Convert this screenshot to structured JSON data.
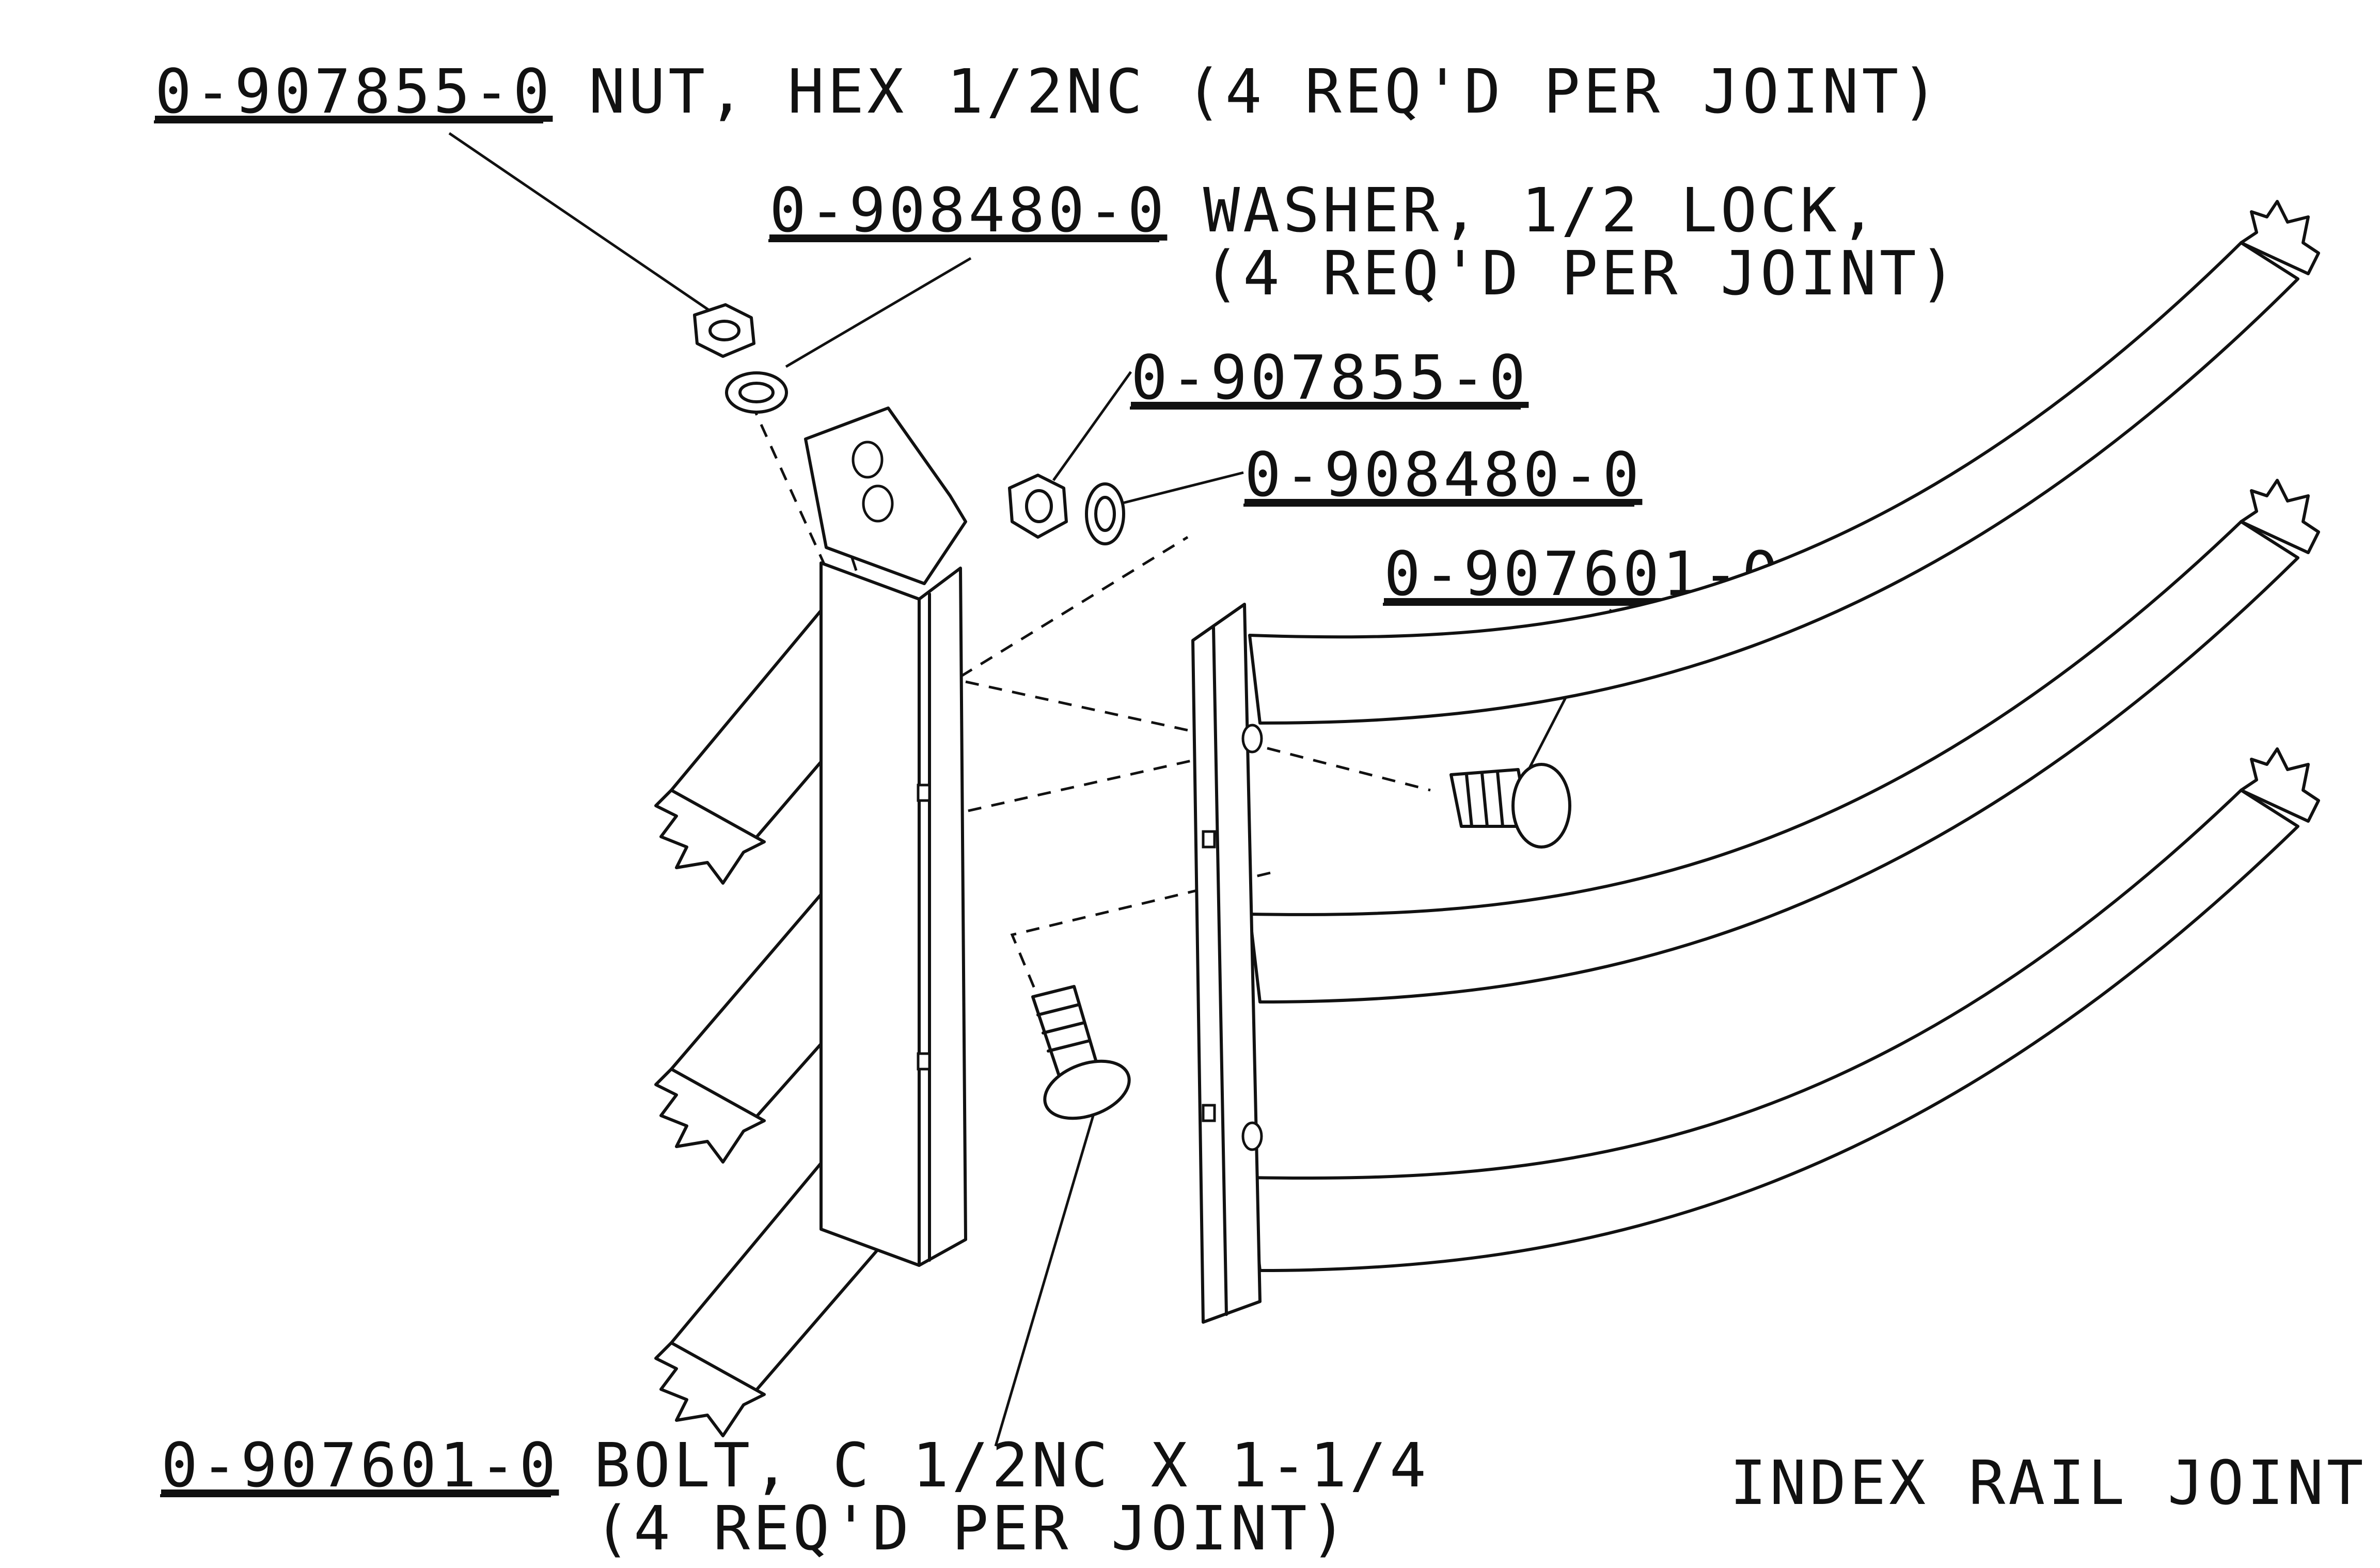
{
  "callouts": [
    {
      "id": "nut-top",
      "part_number": "0-907855-0",
      "description": "NUT, HEX 1/2NC (4 REQ'D PER JOINT)",
      "description_line2": ""
    },
    {
      "id": "washer-top",
      "part_number": "0-908480-0",
      "description": "WASHER, 1/2 LOCK,",
      "description_line2": "(4 REQ'D PER JOINT)"
    },
    {
      "id": "nut-mid",
      "part_number": "0-907855-0",
      "description": "",
      "description_line2": ""
    },
    {
      "id": "washer-mid",
      "part_number": "0-908480-0",
      "description": "",
      "description_line2": ""
    },
    {
      "id": "bolt-right",
      "part_number": "0-907601-0",
      "description": "",
      "description_line2": ""
    },
    {
      "id": "bolt-bottom",
      "part_number": "0-907601-0",
      "description": "BOLT, C 1/2NC X 1-1/4",
      "description_line2": "(4 REQ'D PER JOINT)"
    }
  ],
  "drawing_title": "INDEX RAIL JOINT"
}
